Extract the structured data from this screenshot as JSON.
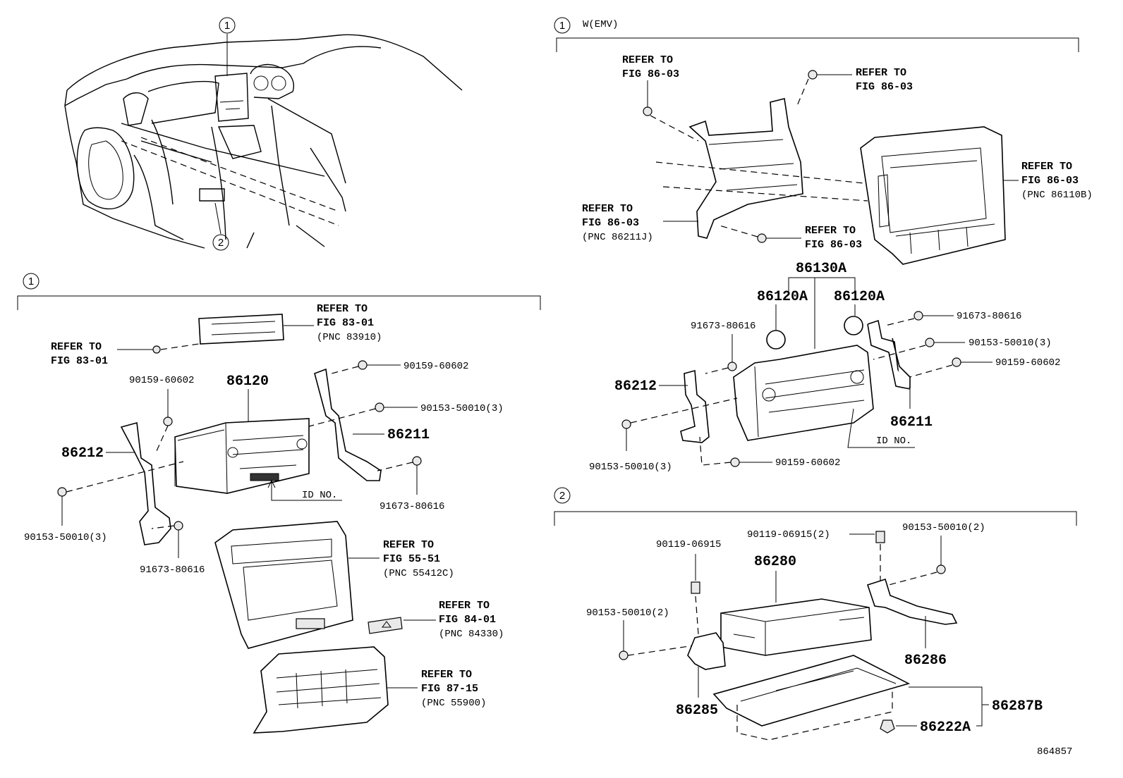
{
  "markers": {
    "one": "1",
    "two": "2"
  },
  "sections": {
    "vehicle": {
      "marker_top": "1",
      "marker_bottom": "2"
    },
    "audio_std": {
      "marker": "1",
      "labels": {
        "refer_83_01_pnc": [
          "REFER TO",
          "FIG 83-01",
          "(PNC 83910)"
        ],
        "refer_83_01": [
          "REFER TO",
          "FIG 83-01"
        ],
        "bolt_90159_a": "90159-60602",
        "unit_86120": "86120",
        "bolt_90159_b": "90159-60602",
        "bolt_90153_right": "90153-50010(3)",
        "bracket_86211": "86211",
        "bracket_86212": "86212",
        "id_no": "ID NO.",
        "bolt_91673_right": "91673-80616",
        "bolt_90153_left": "90153-50010(3)",
        "bolt_91673_bottom": "91673-80616",
        "refer_55_51": [
          "REFER TO",
          "FIG 55-51",
          "(PNC 55412C)"
        ],
        "refer_84_01": [
          "REFER TO",
          "FIG 84-01",
          "(PNC 84330)"
        ],
        "refer_87_15": [
          "REFER TO",
          "FIG 87-15",
          "(PNC 55900)"
        ]
      }
    },
    "audio_emv": {
      "marker": "1",
      "header": "W(EMV)",
      "labels": {
        "refer_tl": [
          "REFER TO",
          "FIG 86-03"
        ],
        "refer_tr": [
          "REFER TO",
          "FIG 86-03"
        ],
        "refer_right": [
          "REFER TO",
          "FIG 86-03",
          "(PNC 86110B)"
        ],
        "refer_left": [
          "REFER TO",
          "FIG 86-03",
          "(PNC 86211J)"
        ],
        "refer_mid": [
          "REFER TO",
          "FIG 86-03"
        ],
        "unit_86130a": "86130A",
        "knob_86120a_l": "86120A",
        "knob_86120a_r": "86120A",
        "bolt_91673_l": "91673-80616",
        "bolt_91673_r": "91673-80616",
        "bolt_90153_r": "90153-50010(3)",
        "bolt_90159_r": "90159-60602",
        "bracket_86212": "86212",
        "bracket_86211": "86211",
        "id_no": "ID NO.",
        "bolt_90153_l": "90153-50010(3)",
        "bolt_90159_b": "90159-60602"
      }
    },
    "amp": {
      "marker": "2",
      "labels": {
        "bolt_90119_a": "90119-06915",
        "bolt_90119_b": "90119-06915(2)",
        "bolt_90153_r": "90153-50010(2)",
        "unit_86280": "86280",
        "bolt_90153_l": "90153-50010(2)",
        "bracket_86286": "86286",
        "bracket_86285": "86285",
        "cover_86287b": "86287B",
        "clip_86222a": "86222A"
      }
    }
  },
  "figure_id": "864857"
}
